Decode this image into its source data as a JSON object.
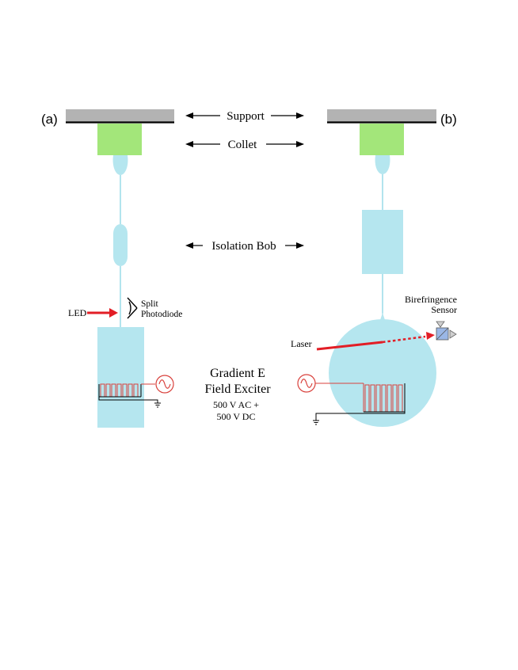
{
  "panels": {
    "a": {
      "label": "(a)"
    },
    "b": {
      "label": "(b)"
    }
  },
  "labels": {
    "support": "Support",
    "collet": "Collet",
    "isolation_bob": "Isolation Bob",
    "led": "LED",
    "split": "Split",
    "photodiode": "Photodiode",
    "gradient_line1": "Gradient E",
    "gradient_line2": "Field Exciter",
    "voltage_line1": "500 V AC +",
    "voltage_line2": "500 V DC",
    "laser": "Laser",
    "birefringence": "Birefringence",
    "sensor": "Sensor"
  },
  "colors": {
    "support_plate": "#b3b3b3",
    "collet": "#a3e67a",
    "bob": "#b5e6ef",
    "fiber": "#7fd3e3",
    "laser": "#e21e26",
    "wire": "#d9413c",
    "prism": "#9ab7e6",
    "ink": "#000000"
  }
}
